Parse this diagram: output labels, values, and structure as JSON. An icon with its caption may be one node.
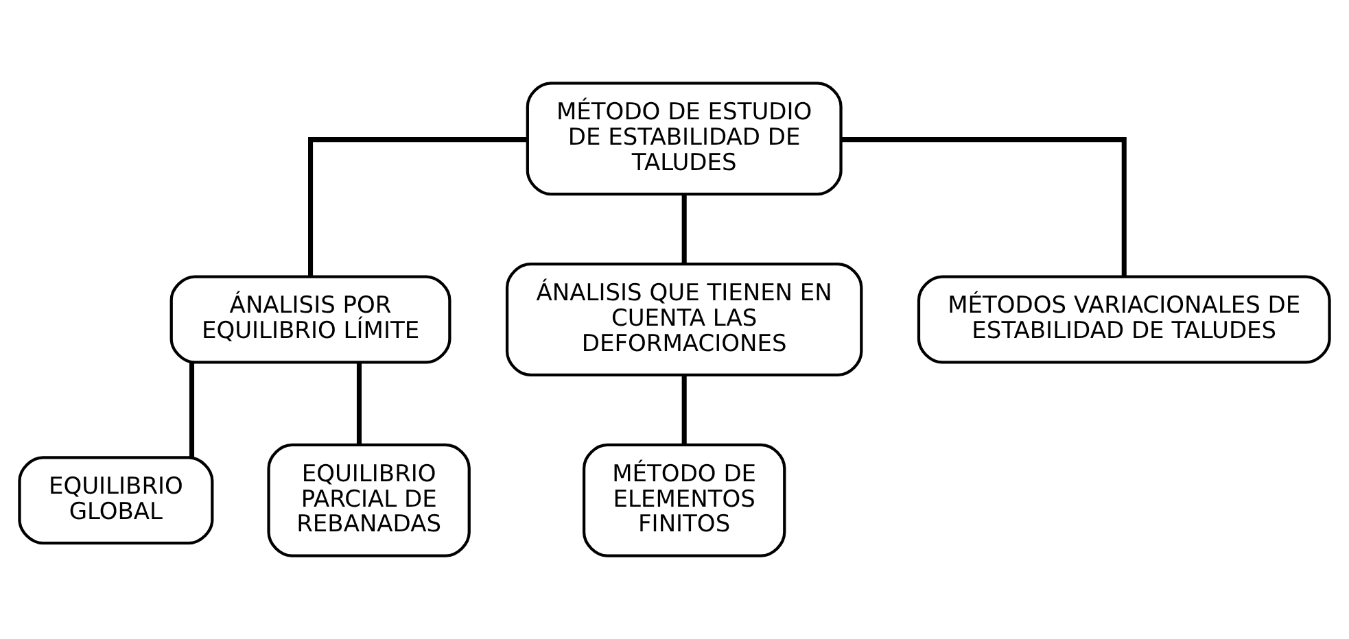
{
  "diagram": {
    "nodes": [
      {
        "text": [
          "MÉTODO DE ESTUDIO DE ESTABILIDAD DE TALUDES"
        ]
      },
      {
        "text": [
          "ÁNALISIS POR EQUILIBRIO LÍMITE"
        ]
      },
      {
        "text": [
          "ÁNALISIS QUE TIENEN EN CUENTA LAS DEFORMACIONES"
        ]
      },
      {
        "text": [
          "MÉTODOS VARIACIONALES DE ESTABILIDAD DE TALUDES"
        ]
      },
      {
        "text": [
          "EQUILIBRIO GLOBAL"
        ]
      },
      {
        "text": [
          "EQUILIBRIO PARCIAL DE REBANADAS"
        ]
      },
      {
        "text": [
          "MÉTODO DE ELEMENTOS FINITOS"
        ]
      }
    ],
    "edges": [
      {
        "from": 0,
        "to": 1,
        "arrow": "none"
      },
      {
        "from": 0,
        "to": 2,
        "arrow": "none"
      },
      {
        "from": 0,
        "to": 3,
        "arrow": "none"
      },
      {
        "from": 1,
        "to": 4,
        "arrow": "none"
      },
      {
        "from": 1,
        "to": 5,
        "arrow": "none"
      },
      {
        "from": 2,
        "to": 6,
        "arrow": "none"
      }
    ]
  }
}
